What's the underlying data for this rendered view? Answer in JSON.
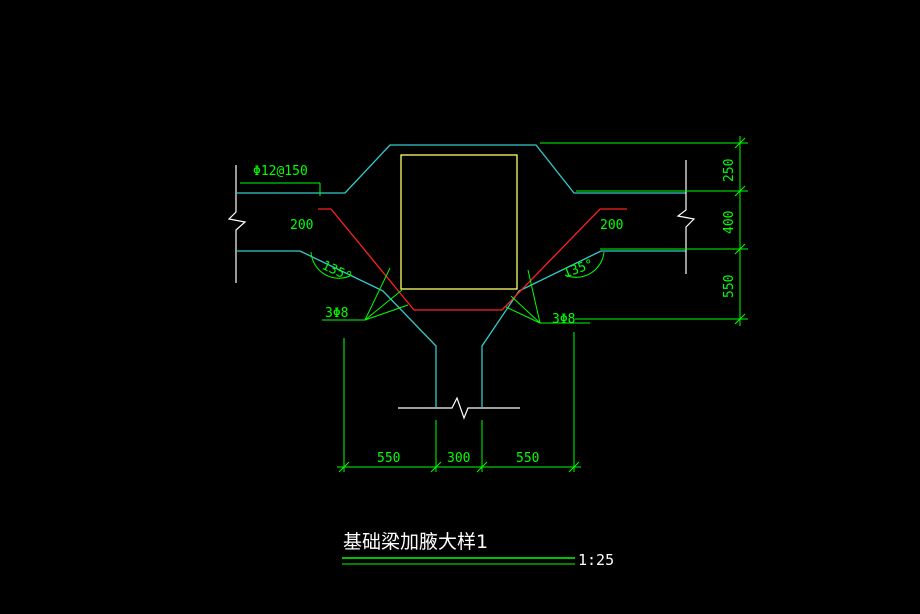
{
  "drawing": {
    "title": "基础梁加腋大样1",
    "scale": "1:25",
    "labels": {
      "top_bar": "Φ12@150",
      "left_haunch_len": "200",
      "right_haunch_len": "200",
      "left_angle": "135°",
      "right_angle": "135°",
      "left_rebar": "3Φ8",
      "right_rebar": "3Φ8"
    },
    "dims_bottom": [
      "550",
      "300",
      "550"
    ],
    "dims_right": [
      "250",
      "400",
      "550"
    ]
  },
  "colors": {
    "background": "#000000",
    "concrete_outline": "#33cccc",
    "column": "#ffff66",
    "dimension": "#00ff00",
    "rebar": "#ff2020",
    "break_line": "#ffffff",
    "text": "#00ff00",
    "title_text": "#ffffff"
  }
}
